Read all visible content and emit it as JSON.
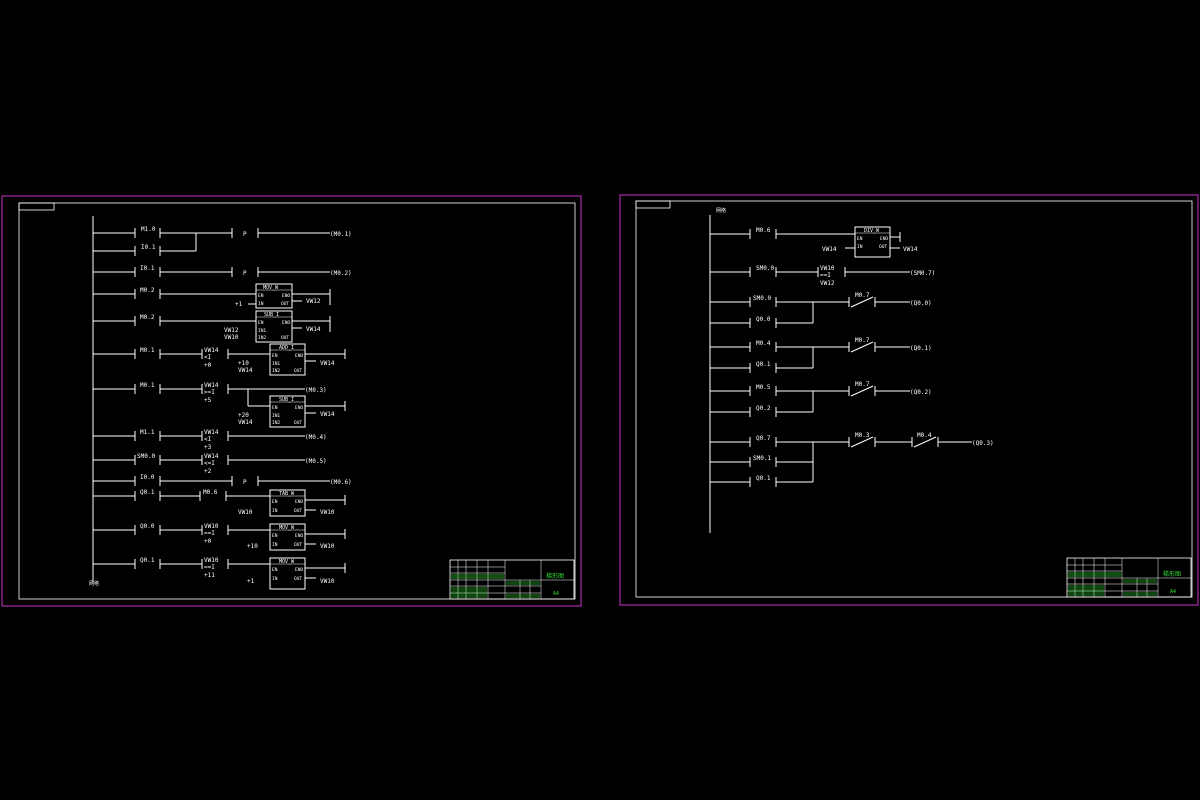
{
  "colors": {
    "background": "#000000",
    "sheet_border": "#cc33cc",
    "line": "#ffffff",
    "title_block": "#33dd33"
  },
  "sheets": [
    {
      "rungs": [
        {
          "contacts": [
            "M1.0",
            "I0.1"
          ],
          "output": "P",
          "coil": "(M0.1)"
        },
        {
          "contacts": [
            "I0.1"
          ],
          "output": "P",
          "coil": "(M0.2)"
        },
        {
          "contacts": [
            "M0.2"
          ],
          "box": {
            "title": "MOV_W",
            "inputs": [
              "+1"
            ],
            "outputs": [
              "VW12"
            ]
          }
        },
        {
          "contacts": [
            "M0.2"
          ],
          "box": {
            "title": "SUB_I",
            "inputs": [
              "VW12",
              "VW10"
            ],
            "outputs": [
              "VW14"
            ]
          }
        },
        {
          "contacts": [
            "M0.1"
          ],
          "compare": [
            "VW14",
            "<I",
            "+0"
          ],
          "box": {
            "title": "ADD_I",
            "inputs": [
              "+10",
              "VW14"
            ],
            "outputs": [
              "VW14"
            ]
          }
        },
        {
          "contacts": [
            "M0.1"
          ],
          "compare": [
            "VW14",
            ">=I",
            "+5"
          ],
          "coil": "(M0.3)",
          "box": {
            "title": "SUB_I",
            "inputs": [
              "+20",
              "VW14"
            ],
            "outputs": [
              "VW14"
            ]
          }
        },
        {
          "contacts": [
            "M1.1"
          ],
          "compare": [
            "VW14",
            "<I",
            "+3"
          ],
          "coil": "(M0.4)"
        },
        {
          "contacts": [
            "SM0.0"
          ],
          "compare": [
            "VW14",
            "<=I",
            "+2"
          ],
          "coil": "(M0.5)"
        },
        {
          "contacts": [
            "I0.0"
          ],
          "output": "P",
          "coil": "(M0.6)"
        },
        {
          "contacts": [
            "Q0.1",
            "M0.6"
          ],
          "box": {
            "title": "TAB_W",
            "inputs": [
              "VW10"
            ],
            "outputs": [
              "VW10"
            ]
          }
        },
        {
          "contacts": [
            "Q0.0"
          ],
          "compare": [
            "VW10",
            "==I",
            "+0"
          ],
          "box": {
            "title": "MOV_W",
            "inputs": [
              "+10"
            ],
            "outputs": [
              "VW10"
            ]
          }
        },
        {
          "contacts": [
            "Q0.1"
          ],
          "compare": [
            "VW10",
            "==I",
            "+11"
          ],
          "box": {
            "title": "MOV_W",
            "inputs": [
              "+1"
            ],
            "outputs": [
              "VW10"
            ]
          }
        }
      ],
      "bottom_label": "网络",
      "title_block": {
        "name": "梯形图",
        "sheet": "A4"
      }
    },
    {
      "top_label": "网络",
      "rungs": [
        {
          "contacts": [
            "M0.6"
          ],
          "box": {
            "title": "DIV_W",
            "inputs": [
              "VW14"
            ],
            "outputs": [
              "VW14"
            ]
          }
        },
        {
          "contacts": [
            "SM0.0"
          ],
          "compare": [
            "VW10",
            "==I",
            "VW12"
          ],
          "coil": "(SM0.7)"
        },
        {
          "contacts": [
            "SM0.0",
            "Q0.0"
          ],
          "series": [
            "M0.7"
          ],
          "coil": "(Q0.0)"
        },
        {
          "contacts": [
            "M0.4",
            "Q0.1"
          ],
          "series": [
            "M0.7"
          ],
          "coil": "(Q0.1)"
        },
        {
          "contacts": [
            "M0.5",
            "Q0.2"
          ],
          "series": [
            "M0.7"
          ],
          "coil": "(Q0.2)"
        },
        {
          "contacts": [
            "Q0.7",
            "SM0.1",
            "Q0.1"
          ],
          "series": [
            "M0.3",
            "M0.4"
          ],
          "coil": "(Q0.3)"
        }
      ],
      "title_block": {
        "name": "梯形图",
        "sheet": "A4"
      }
    }
  ]
}
